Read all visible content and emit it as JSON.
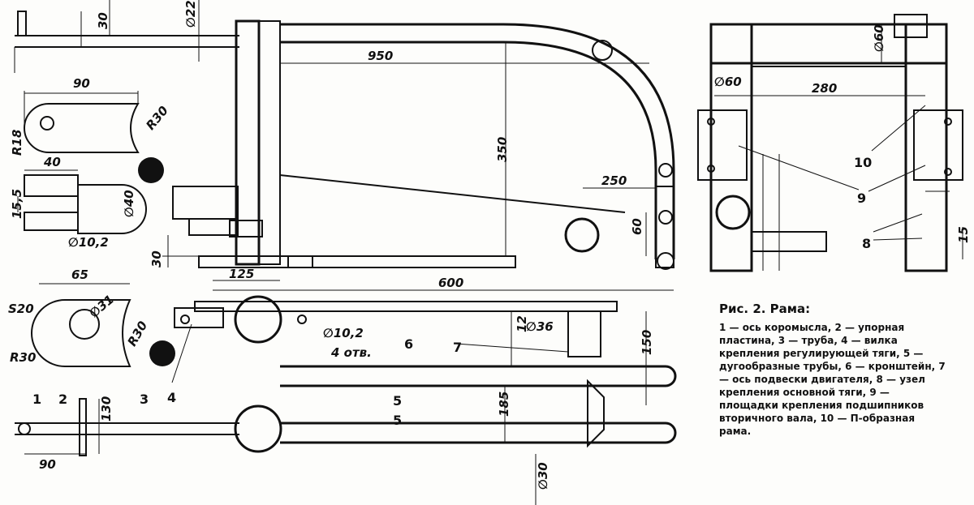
{
  "figure": {
    "title": "Рис. 2. Рама:",
    "legend": "1 — ось коромысла, 2 — упорная пластина, 3 — труба, 4 — вилка крепления регулирующей тяги, 5 — дугообразные трубы, 6 — кронштейн, 7 — ось подвески двигателя, 8 — узел крепления основной тяги, 9 — площадки крепления подшипников вторичного вала, 10 — П-образная рама."
  },
  "dimensions": {
    "d30_top": "30",
    "d22": "∅22",
    "d950": "950",
    "d90_a": "90",
    "dR30_a": "R30",
    "dR18": "R18",
    "d40": "40",
    "d15_5": "15,5",
    "d40_dia": "∅40",
    "d10_2_a": "∅10,2",
    "d350": "350",
    "d250": "250",
    "d60": "60",
    "d30_mid": "30",
    "d125": "125",
    "d600": "600",
    "d65": "65",
    "dS20": "S20",
    "d31": "∅31",
    "dR30_b": "R30",
    "dR30_c": "R30",
    "d10_2_b": "∅10,2",
    "d4holes": "4 отв.",
    "d12": "12",
    "d36": "∅36",
    "d150": "150",
    "d185": "185",
    "d130": "130",
    "d90_b": "90",
    "d30_bottom": "∅30",
    "d60_dia_top": "∅60",
    "d60_dia_left": "∅60",
    "d280": "280",
    "d15": "15"
  },
  "callouts": {
    "c1": "1",
    "c2": "2",
    "c3": "3",
    "c4": "4",
    "c5_a": "5",
    "c5_b": "5",
    "c6": "6",
    "c7": "7",
    "c8": "8",
    "c9": "9",
    "c10": "10"
  }
}
